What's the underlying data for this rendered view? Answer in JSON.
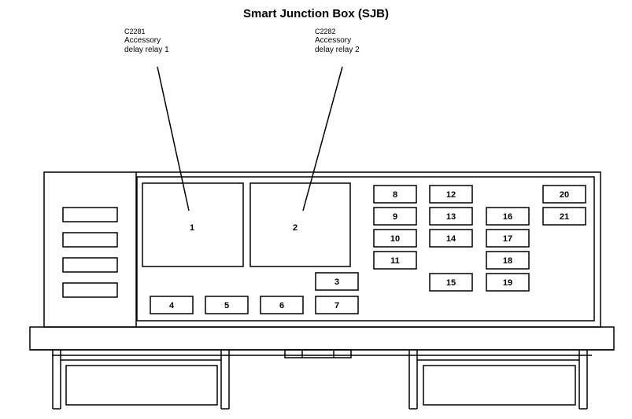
{
  "title": "Smart Junction Box (SJB)",
  "callouts": [
    {
      "connector": "C2281",
      "line1": "Accessory",
      "line2": "delay relay 1"
    },
    {
      "connector": "C2282",
      "line1": "Accessory",
      "line2": "delay relay 2"
    }
  ],
  "relays": [
    "1",
    "2"
  ],
  "fuses": [
    "3",
    "4",
    "5",
    "6",
    "7",
    "8",
    "9",
    "10",
    "11",
    "12",
    "13",
    "14",
    "15",
    "16",
    "17",
    "18",
    "19",
    "20",
    "21"
  ]
}
